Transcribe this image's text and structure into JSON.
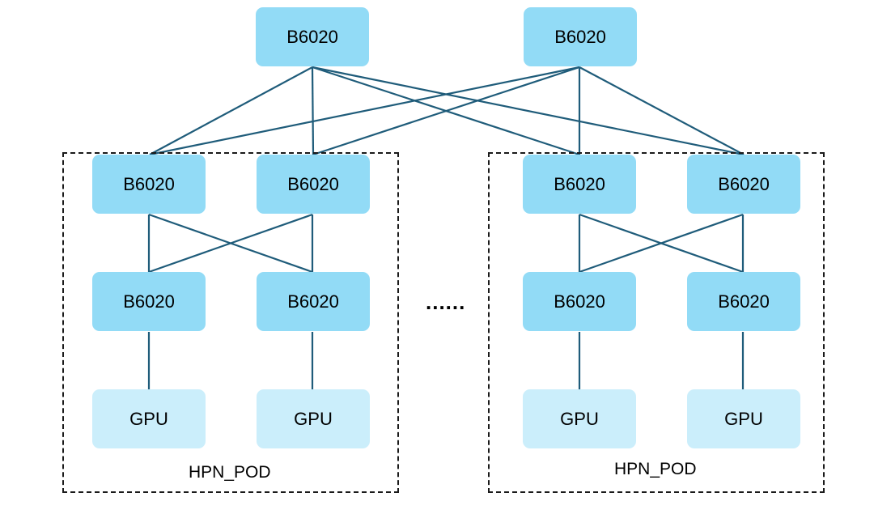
{
  "diagram": {
    "line_color": "#1f5c7a",
    "switch_color": "#92dbf6",
    "gpu_color": "#cbeefb",
    "core": {
      "left": "B6020",
      "right": "B6020"
    },
    "ellipsis": "......",
    "pods": [
      {
        "label": "HPN_POD",
        "aggregation": [
          "B6020",
          "B6020"
        ],
        "access": [
          "B6020",
          "B6020"
        ],
        "gpus": [
          "GPU",
          "GPU"
        ]
      },
      {
        "label": "HPN_POD",
        "aggregation": [
          "B6020",
          "B6020"
        ],
        "access": [
          "B6020",
          "B6020"
        ],
        "gpus": [
          "GPU",
          "GPU"
        ]
      }
    ]
  }
}
